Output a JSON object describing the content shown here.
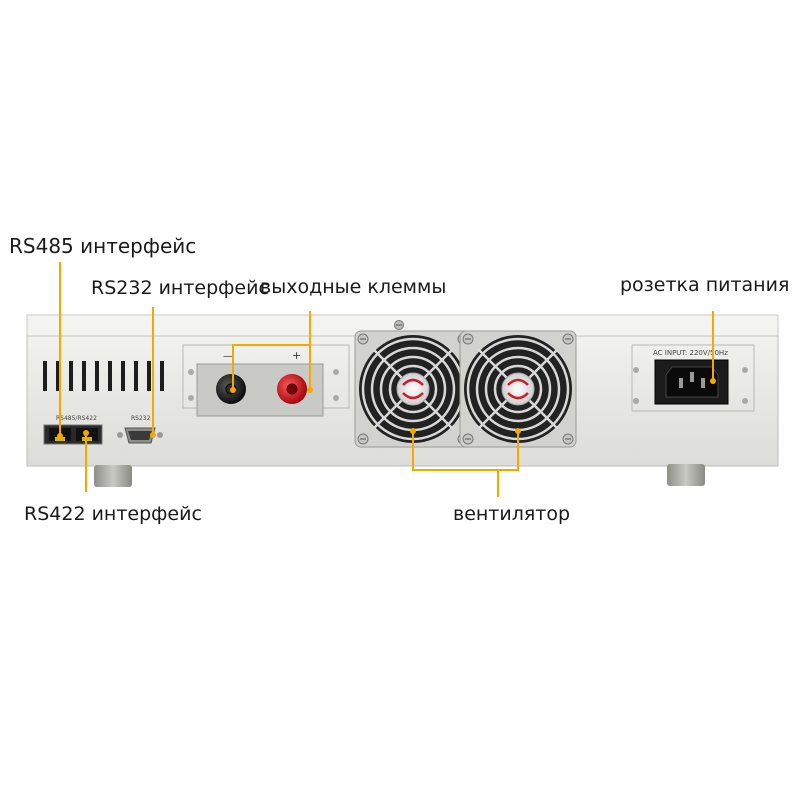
{
  "callouts": {
    "rs485": "RS485 интерфейс",
    "rs232": "RS232 интерфейс",
    "output_terminals": "выходные клеммы",
    "power_socket": "розетка питания",
    "rs422": "RS422 интерфейс",
    "fan": "вентилятор"
  },
  "panel_labels": {
    "rs485_rs422": "RS485/RS422",
    "rs232": "RS232",
    "minus": "—",
    "plus": "+",
    "ac_input": "AC INPUT: 220V/50Hz"
  },
  "colors": {
    "leader_line": "#f2a900",
    "chassis": "#e6e6e3",
    "chassis_edge": "#bdbdb8",
    "terminal_black": "#1c1c1c",
    "terminal_red": "#d8141c"
  }
}
